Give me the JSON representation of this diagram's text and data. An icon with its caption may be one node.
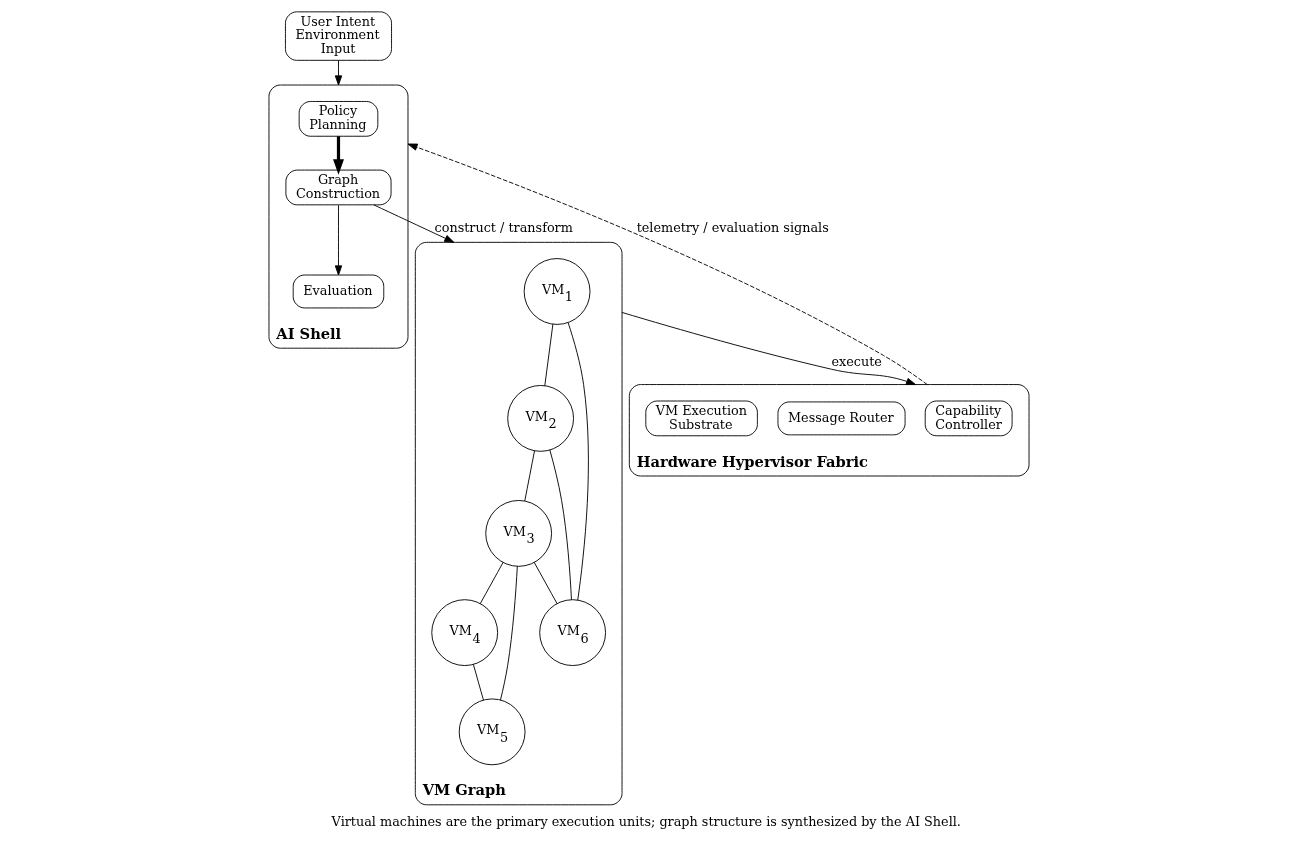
{
  "diagram": {
    "caption": "Virtual machines are the primary execution units; graph structure is synthesized by the AI Shell.",
    "nodes": [
      {
        "text": [
          "User Intent Environment Input"
        ]
      },
      {
        "text": [
          "AI Shell"
        ]
      },
      {
        "text": [
          "Policy Planning"
        ],
        "in": 1
      },
      {
        "text": [
          "Evaluation"
        ],
        "in": 1
      },
      {
        "text": [
          "Graph Construction"
        ],
        "in": 1
      },
      {
        "text": [
          "VM Graph"
        ]
      },
      {
        "text": [
          "VM$_{1}$"
        ],
        "in": 5
      },
      {
        "text": [
          "VM$_{2}$"
        ],
        "in": 5
      },
      {
        "text": [
          "VM$_{3}$"
        ],
        "in": 5
      },
      {
        "text": [
          "VM$_{4}$"
        ],
        "in": 5
      },
      {
        "text": [
          "VM$_{5}$"
        ],
        "in": 5
      },
      {
        "text": [
          "VM$_{6}$"
        ],
        "in": 5
      },
      {
        "text": [
          "Hardware Hypervisor Fabric"
        ]
      },
      {
        "text": [
          "Capability Controller"
        ],
        "in": 12
      },
      {
        "text": [
          "Message Router"
        ],
        "in": 12
      },
      {
        "text": [
          "VM Execution Substrate"
        ],
        "in": 12
      }
    ],
    "edges": [
      {
        "from": 0,
        "to": 1,
        "arrow": "to"
      },
      {
        "from": 2,
        "to": 4,
        "arrow": "to",
        "style": "thick"
      },
      {
        "from": 4,
        "to": 3,
        "arrow": "to"
      },
      {
        "from": 4,
        "to": 5,
        "arrow": "to",
        "label": "construct / transform"
      },
      {
        "from": 6,
        "to": 7,
        "arrow": "none"
      },
      {
        "from": 6,
        "to": 11,
        "arrow": "none"
      },
      {
        "from": 7,
        "to": 11,
        "arrow": "none"
      },
      {
        "from": 7,
        "to": 8,
        "arrow": "none"
      },
      {
        "from": 8,
        "to": 11,
        "arrow": "none"
      },
      {
        "from": 8,
        "to": 9,
        "arrow": "none"
      },
      {
        "from": 8,
        "to": 10,
        "arrow": "none"
      },
      {
        "from": 9,
        "to": 10,
        "arrow": "none"
      },
      {
        "from": 5,
        "to": 12,
        "arrow": "to",
        "label": "execute"
      },
      {
        "from": 12,
        "to": 1,
        "arrow": "to",
        "style": "dashed",
        "label": "telemetry / evaluation signals"
      }
    ]
  }
}
